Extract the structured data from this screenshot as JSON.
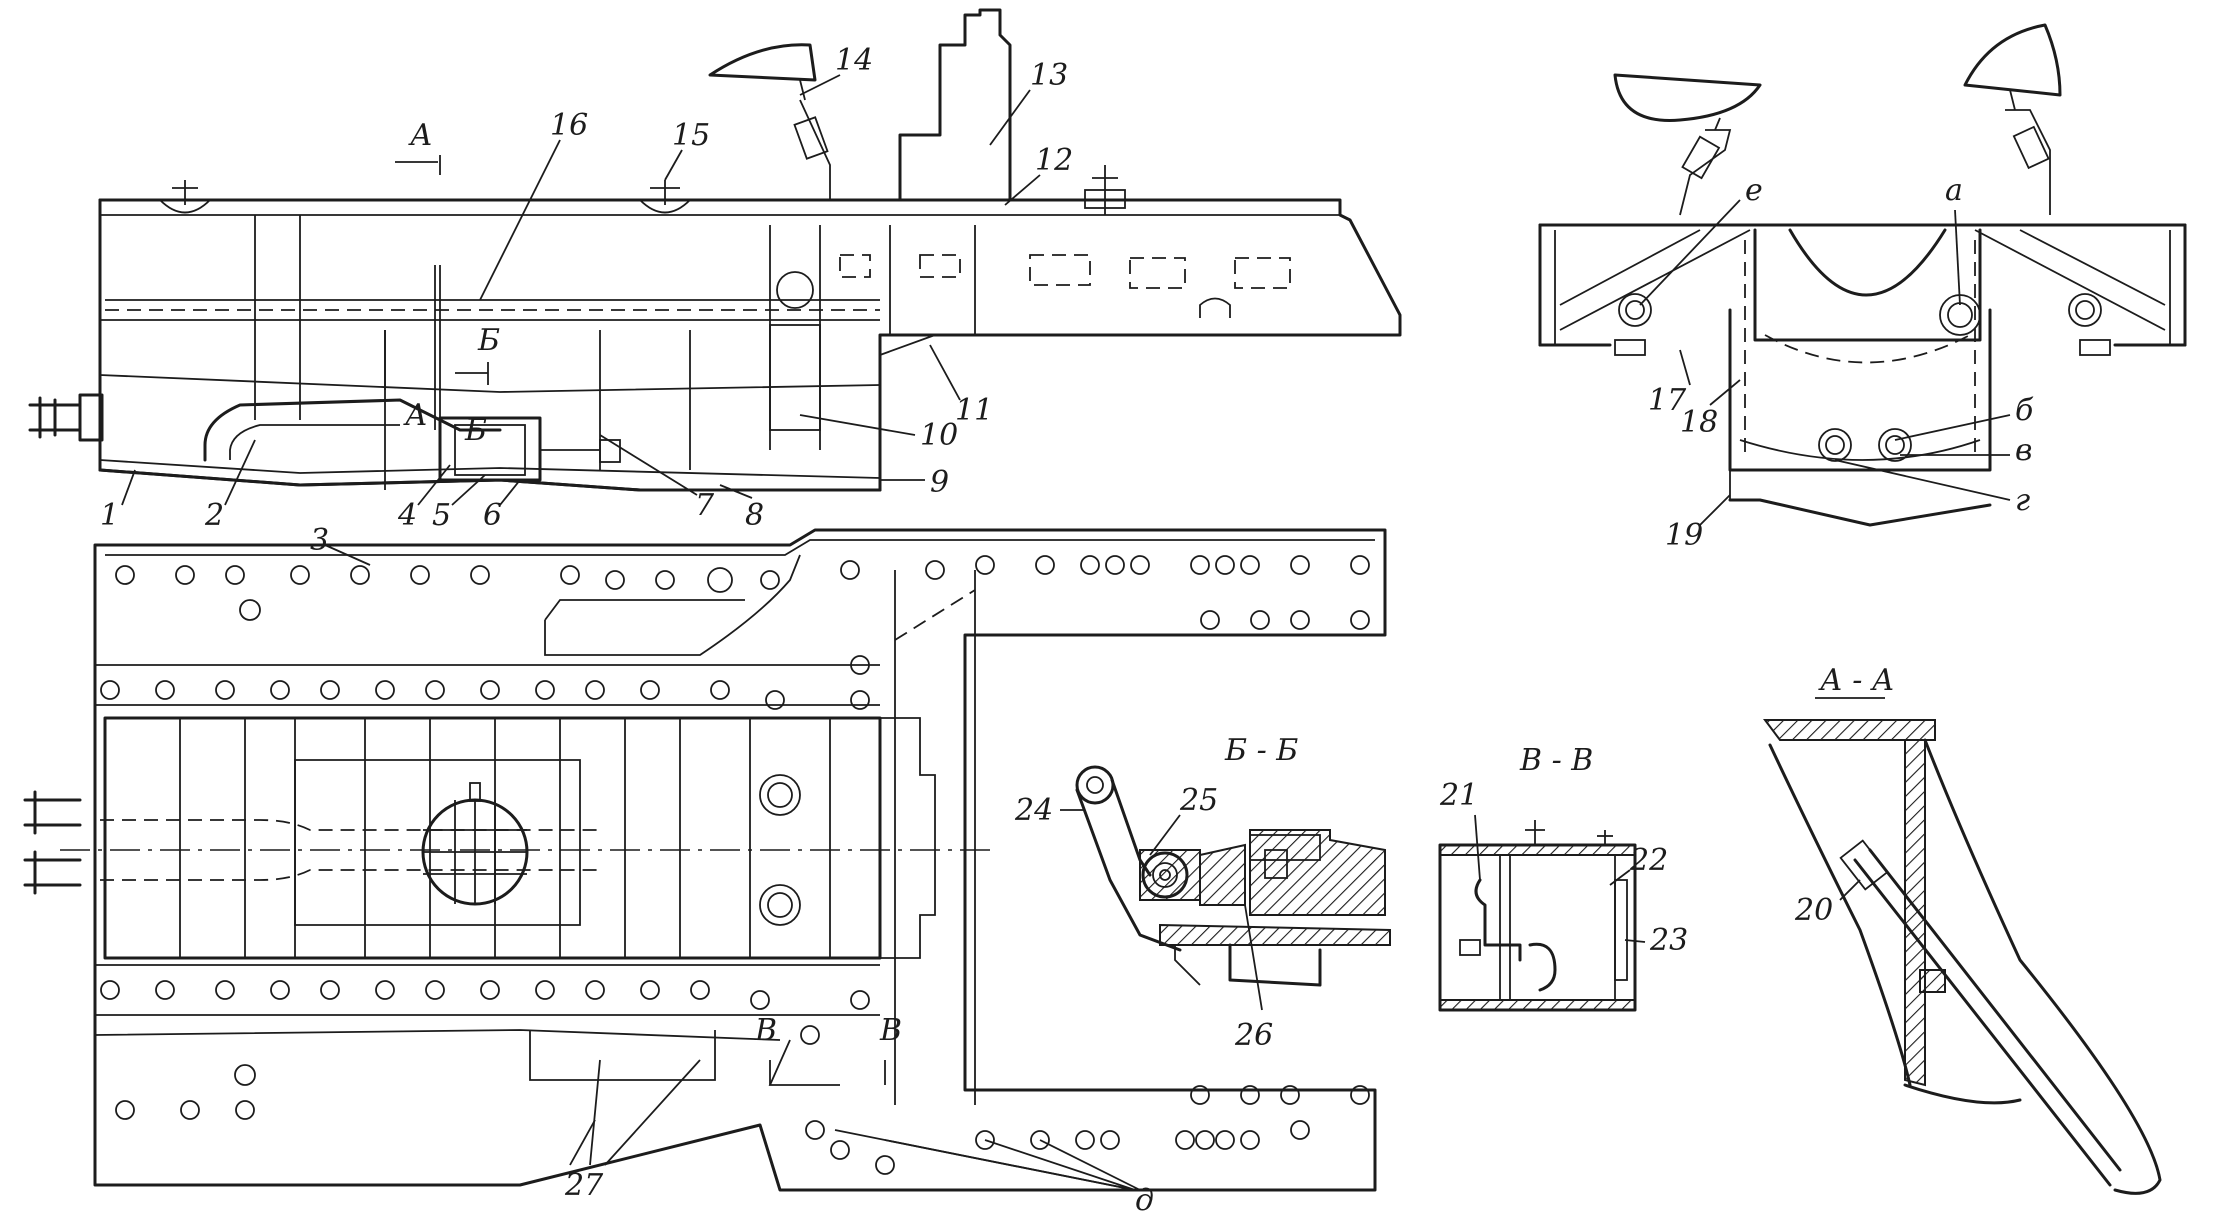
{
  "figure": {
    "callouts": [
      "1",
      "2",
      "3",
      "4",
      "5",
      "6",
      "7",
      "8",
      "9",
      "10",
      "11",
      "12",
      "13",
      "14",
      "15",
      "16",
      "17",
      "18",
      "19",
      "20",
      "21",
      "22",
      "23",
      "24",
      "25",
      "26",
      "27"
    ],
    "letters": {
      "a": "а",
      "b": "б",
      "v": "в",
      "g": "г",
      "d": "д",
      "e": "е"
    },
    "view_marks": {
      "A": "А",
      "B": "Б",
      "V": "В"
    },
    "section_titles": {
      "bb": "Б - Б",
      "vv": "В - В",
      "aa": "А - А"
    }
  }
}
